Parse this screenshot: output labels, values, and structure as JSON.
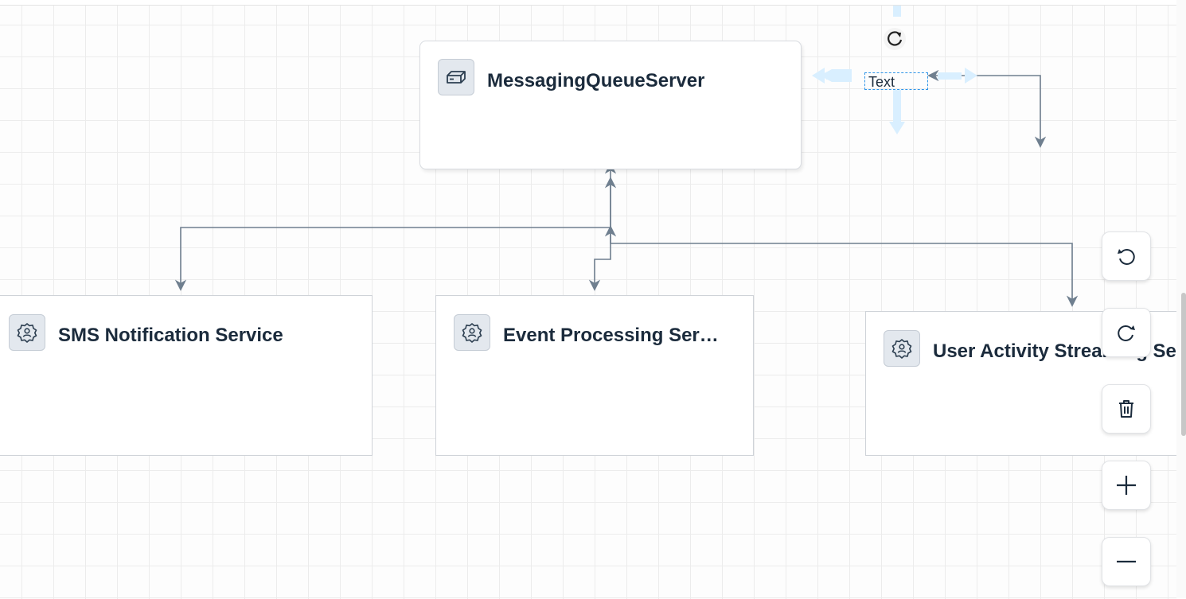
{
  "nodes": {
    "messaging_queue": {
      "title": "MessagingQueueServer",
      "icon": "server-icon"
    },
    "sms": {
      "title": "SMS Notification Service",
      "icon": "service-gear-icon"
    },
    "event": {
      "title": "Event Processing Ser…",
      "icon": "service-gear-icon"
    },
    "user_activity": {
      "title": "User Activity Streaming Se",
      "icon": "service-gear-icon"
    }
  },
  "text_label": "Text",
  "controls": {
    "undo": "undo-icon",
    "redo": "redo-icon",
    "delete": "trash-icon",
    "zoom_in": "plus-icon",
    "zoom_out": "minus-icon"
  },
  "colors": {
    "edge": "#6f7f8f",
    "title": "#1b2b3c",
    "selection": "#2f95e8",
    "handle": "#d9efff"
  }
}
